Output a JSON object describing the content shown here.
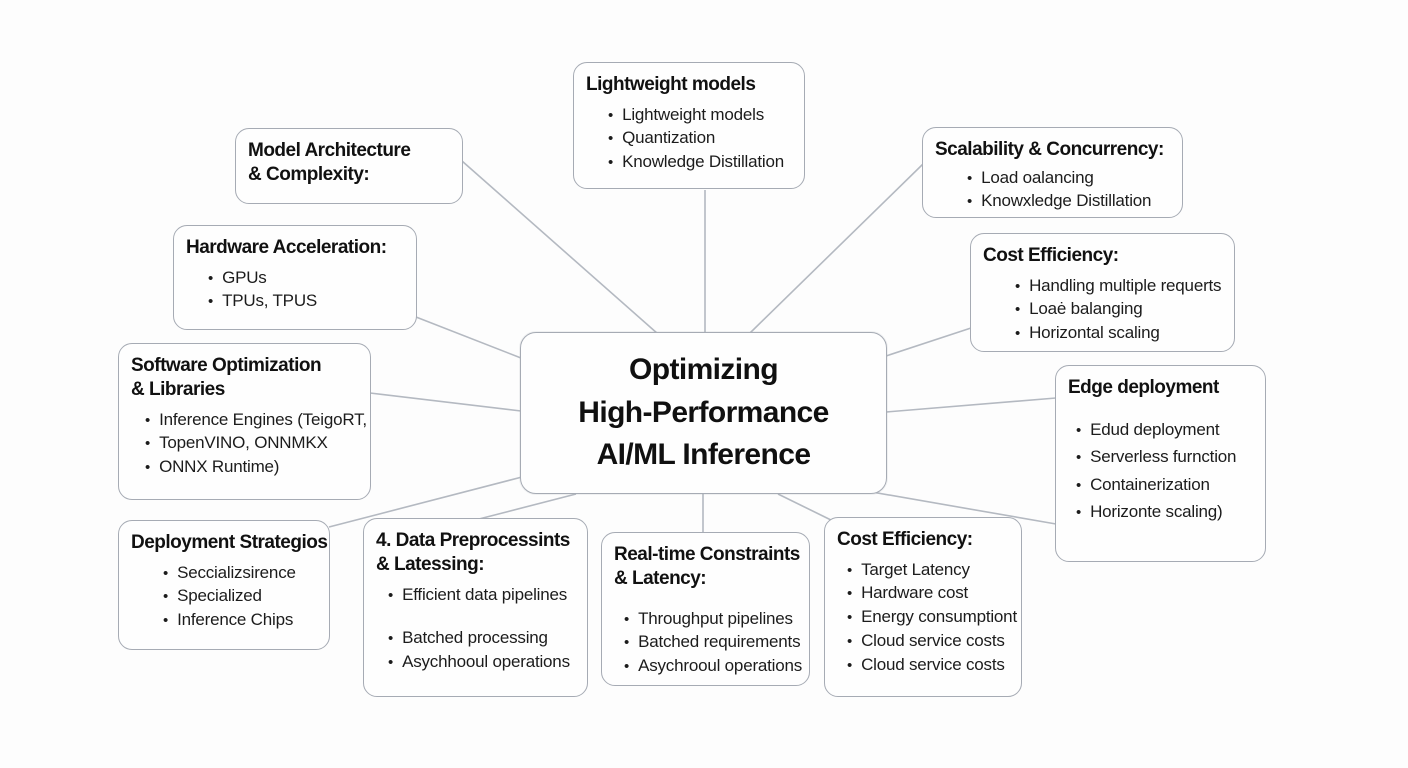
{
  "diagram": {
    "center": {
      "title": "Optimizing\nHigh-Performance\nAI/ML Inference"
    },
    "nodes": [
      {
        "title": "Lightweight models",
        "bullets": [
          "Lightweight models",
          "Quantization",
          "Knowledge Distillation"
        ]
      },
      {
        "title": "Model Architecture\n& Complexity:",
        "bullets": []
      },
      {
        "title": "Hardware Acceleration:",
        "bullets": [
          "GPUs",
          "TPUs, TPUS"
        ]
      },
      {
        "title": "Software Optimization\n& Libraries",
        "bullets": [
          "Inference Engines (TeigoRT,",
          "TopenVINO, ONNMKX",
          "ONNX Runtime)"
        ]
      },
      {
        "title": "Deployment Strategios",
        "bullets": [
          "Seccializsirence",
          "Specialized",
          "Inference Chips"
        ]
      },
      {
        "title": "4. Data Preprocessints\n& Latessing:",
        "bullets": [
          "Efficient data pipelines",
          "Batched processing",
          "Asychhooul operations"
        ]
      },
      {
        "title": "Real-time Constraints\n& Latency:",
        "bullets": [
          "Throughput pipelines",
          "Batched requirements",
          "Asychrooul operations"
        ]
      },
      {
        "title": "Cost Efficiency:",
        "bullets": [
          "Target Latency",
          "Hardware cost",
          "Energy consumptiont",
          "Cloud service costs",
          "Cloud service costs"
        ]
      },
      {
        "title": "Edge deployment",
        "bullets": [
          "Edud deployment",
          "Serverless furnction",
          "Containerization",
          "Horizonte scaling)"
        ]
      },
      {
        "title": "Cost Efficiency:",
        "bullets": [
          "Handling multiple requerts",
          "Loaė balanging",
          "Horizontal scaling"
        ]
      },
      {
        "title": "Scalability & Concurrency:",
        "bullets": [
          "Load oalancing",
          "Knowxledge Distillation"
        ]
      }
    ],
    "colors": {
      "background": "#fdfdfd",
      "box_border": "#a6abb4",
      "connector": "#b4b9c1",
      "text": "#141414"
    }
  }
}
